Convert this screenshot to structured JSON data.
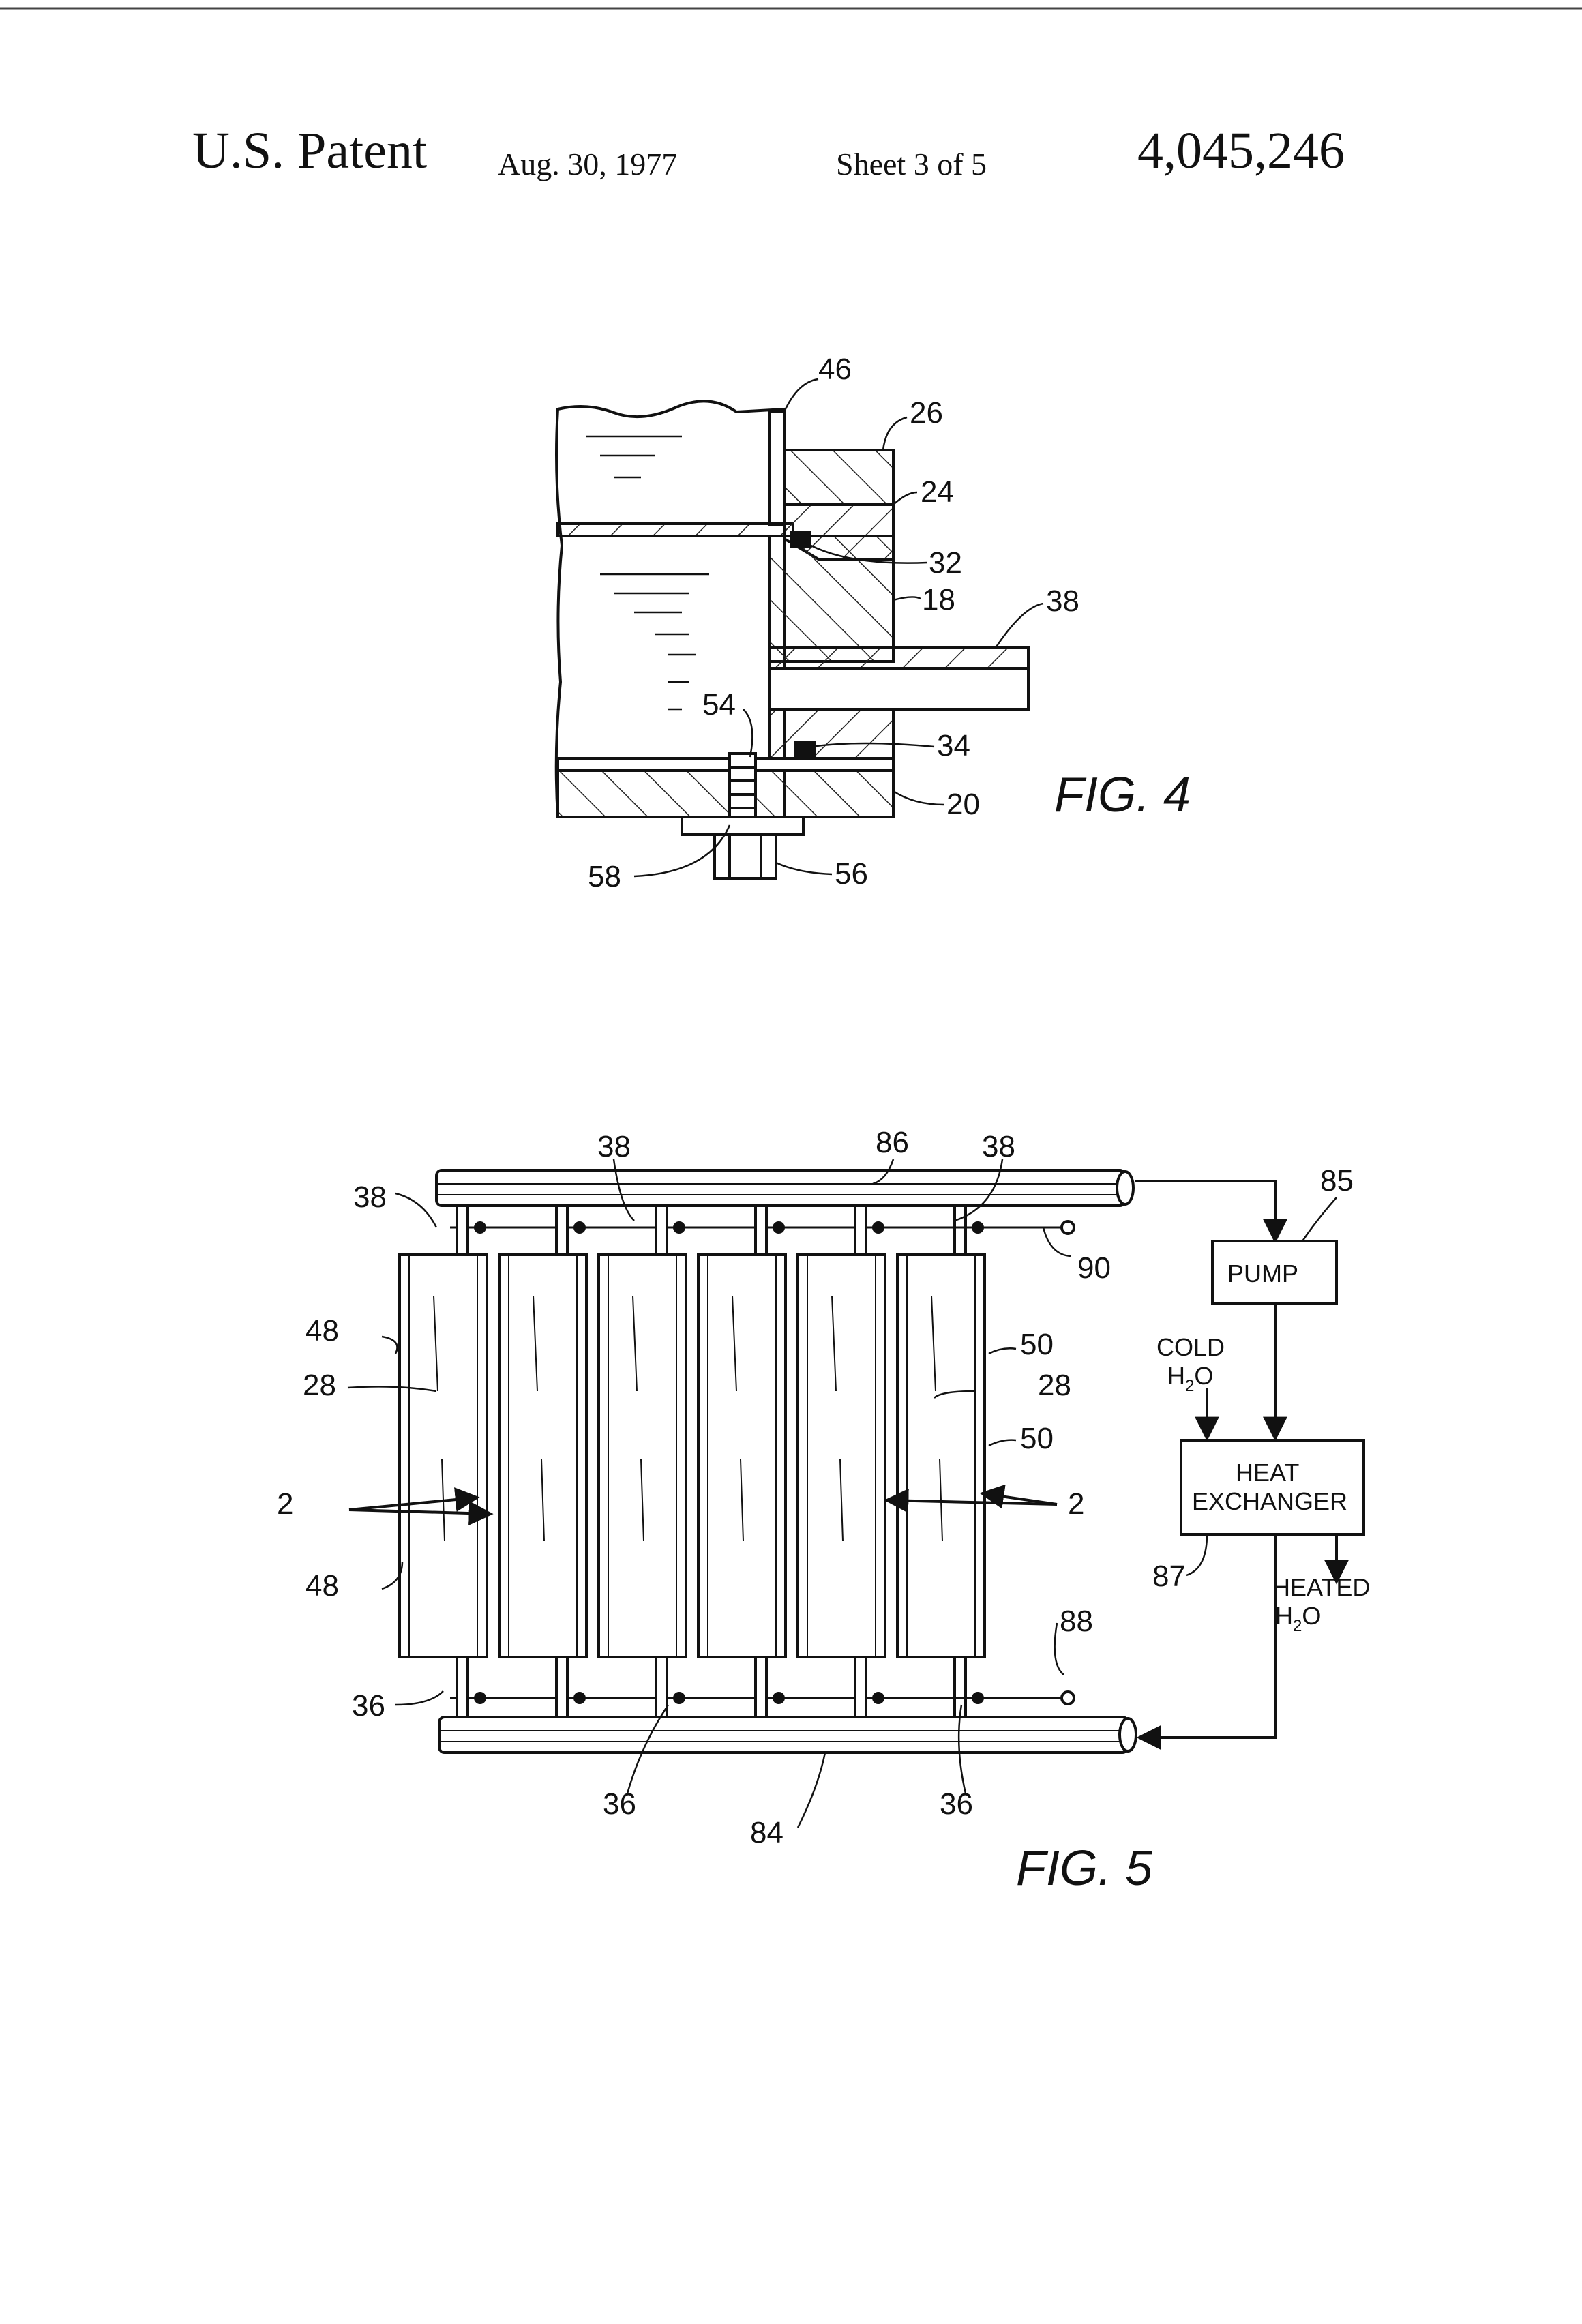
{
  "header": {
    "patent": "U.S. Patent",
    "date": "Aug. 30, 1977",
    "sheet": "Sheet 3 of 5",
    "number": "4,045,246"
  },
  "fig4": {
    "caption": "FIG. 4",
    "labels": {
      "l46": "46",
      "l26": "26",
      "l24": "24",
      "l32": "32",
      "l18": "18",
      "l38": "38",
      "l54": "54",
      "l34": "34",
      "l20": "20",
      "l58": "58",
      "l56": "56"
    }
  },
  "fig5": {
    "caption": "FIG. 5",
    "pump": "PUMP",
    "heat_exchanger_line1": "HEAT",
    "heat_exchanger_line2": "EXCHANGER",
    "cold_water_line1": "COLD",
    "cold_water_h": "H",
    "cold_water_sub": "2",
    "cold_water_o": "O",
    "heated_water_line1": "HEATED",
    "heated_water_h": "H",
    "heated_water_sub": "2",
    "heated_water_o": "O",
    "labels": {
      "l86": "86",
      "l38a": "38",
      "l38b": "38",
      "l38c": "38",
      "l85": "85",
      "l90": "90",
      "l48a": "48",
      "l28a": "28",
      "l2a": "2",
      "l48b": "48",
      "l50a": "50",
      "l28b": "28",
      "l50b": "50",
      "l2b": "2",
      "l87": "87",
      "l88": "88",
      "l36a": "36",
      "l36b": "36",
      "l36c": "36",
      "l84": "84"
    }
  }
}
